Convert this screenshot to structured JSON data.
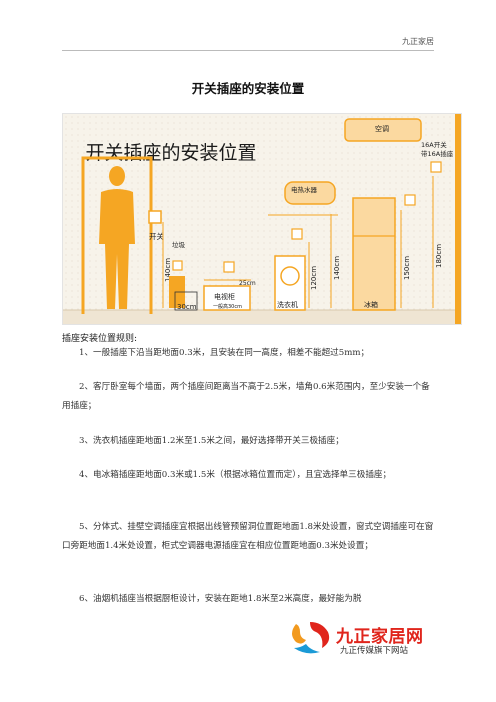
{
  "header": {
    "brand": "九正家居"
  },
  "document": {
    "title": "开关插座的安装位置"
  },
  "figure": {
    "banner_title": "开关插座的安装位置",
    "labels": {
      "switch": "开关",
      "ac": "空调",
      "ac_note_1": "16A开关",
      "ac_note_2": "带16A插座",
      "water_heater": "电热水器",
      "trash_bin": "垃圾",
      "tv_cabinet": "电视柜",
      "tv_cabinet_sub": "一般高30cm",
      "washer": "洗衣机",
      "fridge": "冰箱",
      "dim_140_switch": "140cm",
      "dim_30": "30cm",
      "dim_25": "25cm",
      "dim_120": "120cm",
      "dim_140_right": "140cm",
      "dim_150": "150cm",
      "dim_180": "180cm"
    }
  },
  "content": {
    "section_title": "插座安装位置规则:",
    "rules": [
      "1、一般插座下沿当距地面0.3米，且安装在同一高度，相差不能超过5mm；",
      "2、客厅卧室每个墙面，两个插座间距离当不高于2.5米，墙角0.6米范围内，至少安装一个备用插座；",
      "3、洗衣机插座距地面1.2米至1.5米之间，最好选择带开关三极插座；",
      "4、电冰箱插座距地面0.3米或1.5米（根据冰箱位置而定），且宜选择单三极插座；",
      "5、分体式、挂壁空调插座宜根据出线管预留洞位置距地面1.8米处设置，窗式空调插座可在窗口旁距地面1.4米处设置，柜式空调器电源插座宜在相应位置距地面0.3米处设置；",
      "6、油烟机插座当根据厨柜设计，安装在距地1.8米至2米高度，最好能为脱"
    ]
  },
  "logo": {
    "brand": "九正家居网",
    "slogan": "九正传媒旗下网站"
  },
  "colors": {
    "orange": "#f5a623",
    "wall": "#f6f1e7",
    "ac_fill": "#fbd9a0"
  }
}
